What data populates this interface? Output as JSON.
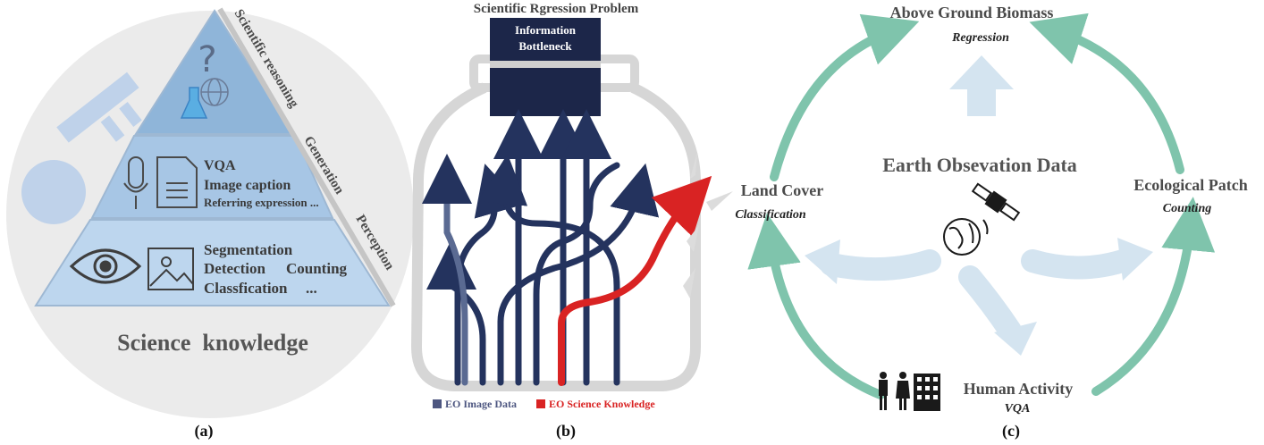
{
  "panel_a": {
    "levels": {
      "top": "Scientific reasoning",
      "middle": "Generation",
      "bottom": "Perception"
    },
    "middle_items": [
      "VQA",
      "Image caption",
      "Referring expression ..."
    ],
    "bottom_items": [
      "Segmentation",
      "Detection",
      "Counting",
      "Classfication",
      "..."
    ],
    "base_label": "Science  knowledge",
    "icons": [
      "question-mark-icon",
      "globe-icon",
      "flask-icon",
      "microphone-icon",
      "document-icon",
      "eye-icon",
      "image-icon",
      "key-icon"
    ],
    "caption": "(a)"
  },
  "panel_b": {
    "title": "Scientific Rgression Problem",
    "bottleneck_line1": "Information",
    "bottleneck_line2": "Bottleneck",
    "legend": [
      {
        "label": "EO Image Data",
        "color": "#4d5680"
      },
      {
        "label": "EO Science Knowledge",
        "color": "#d92323"
      }
    ],
    "caption": "(b)"
  },
  "panel_c": {
    "center": "Earth Obsevation Data",
    "nodes": {
      "top": {
        "name": "Above Ground Biomass",
        "task": "Regression"
      },
      "left": {
        "name": "Land Cover",
        "task": "Classification"
      },
      "right": {
        "name": "Ecological Patch",
        "task": "Counting"
      },
      "bottom": {
        "name": "Human Activity",
        "task": "VQA"
      }
    },
    "icons": [
      "satellite-earth-icon",
      "people-building-icon"
    ],
    "ring_color": "#7fc4ac",
    "caption": "(c)"
  }
}
